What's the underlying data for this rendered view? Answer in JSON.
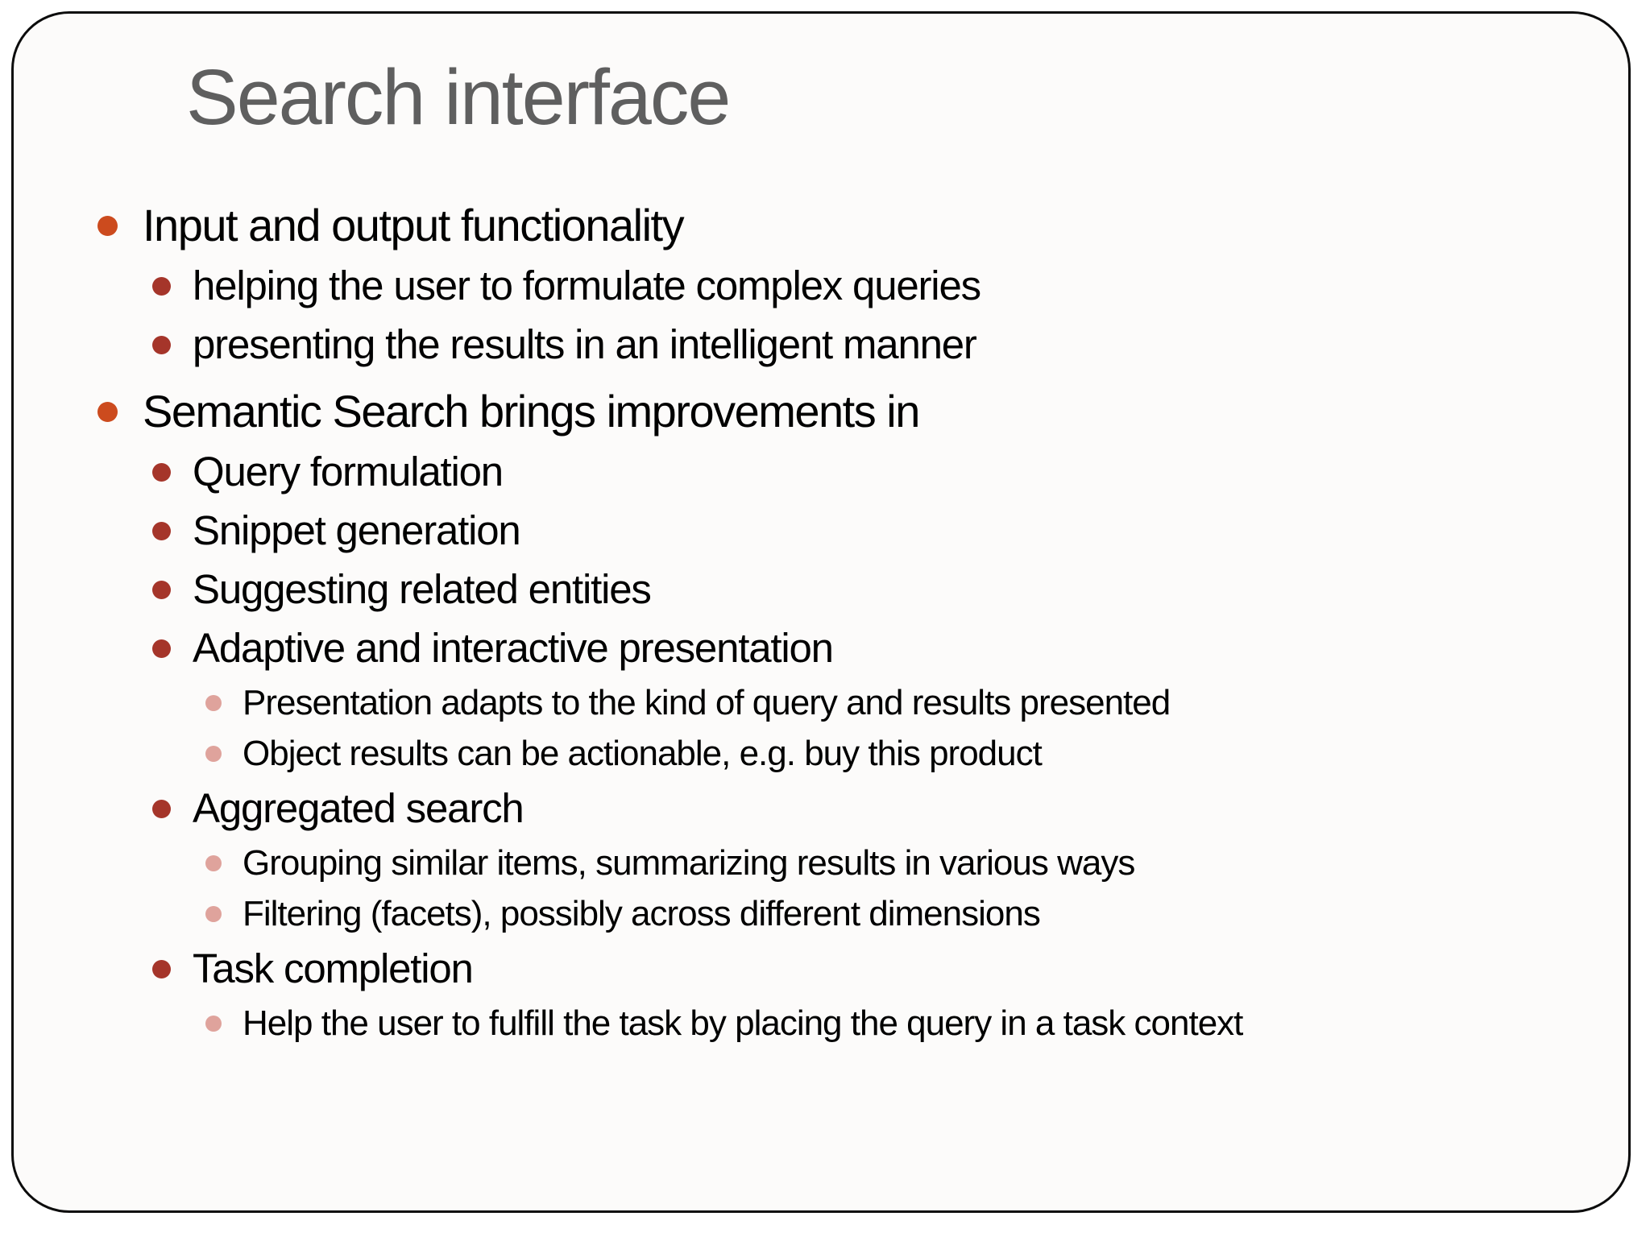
{
  "slide": {
    "title": "Search interface",
    "colors": {
      "title": "#5f5f5f",
      "body": "#000000",
      "bullet_l1": "#cc4b1e",
      "bullet_l2": "#a5352a",
      "bullet_l3": "#dfa39c",
      "border": "#0c0c0c",
      "background": "#fcfbfa"
    },
    "bullets": [
      {
        "level": 1,
        "text": "Input and output functionality"
      },
      {
        "level": 2,
        "text": "helping the user to formulate complex queries"
      },
      {
        "level": 2,
        "text": "presenting the results in an intelligent manner"
      },
      {
        "level": 1,
        "text": "Semantic Search brings improvements in"
      },
      {
        "level": 2,
        "text": "Query formulation"
      },
      {
        "level": 2,
        "text": "Snippet generation"
      },
      {
        "level": 2,
        "text": "Suggesting related entities"
      },
      {
        "level": 2,
        "text": "Adaptive and interactive presentation"
      },
      {
        "level": 3,
        "text": "Presentation adapts to the kind of query and results presented"
      },
      {
        "level": 3,
        "text": "Object results can be actionable, e.g. buy this product"
      },
      {
        "level": 2,
        "text": "Aggregated search"
      },
      {
        "level": 3,
        "text": "Grouping similar items, summarizing results in various ways"
      },
      {
        "level": 3,
        "text": "Filtering (facets), possibly across different dimensions"
      },
      {
        "level": 2,
        "text": "Task completion"
      },
      {
        "level": 3,
        "text": "Help the user to fulfill the task by placing the query in a task context"
      }
    ]
  }
}
